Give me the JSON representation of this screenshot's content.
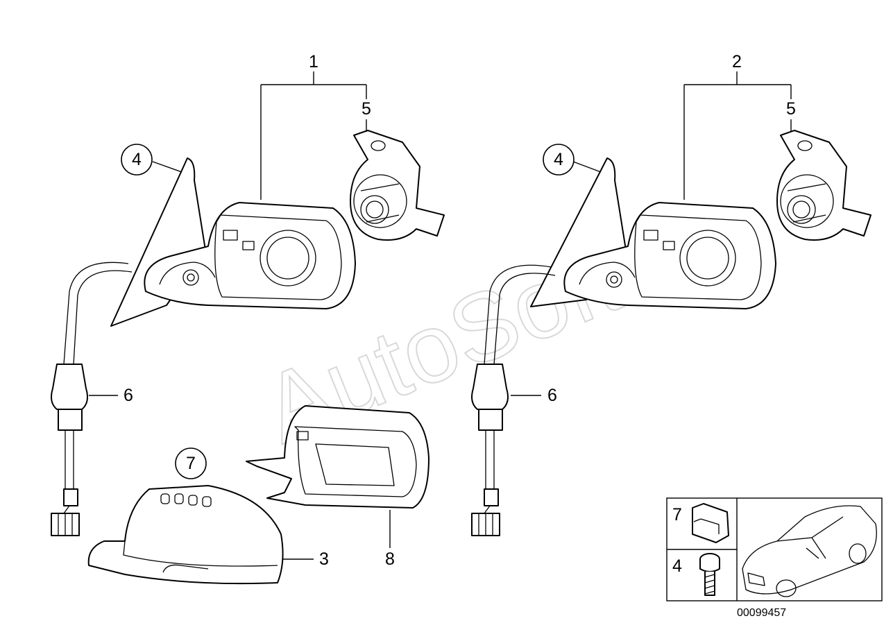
{
  "watermark": "AutoSoft",
  "reference_number": "00099457",
  "callouts": [
    {
      "id": "c1",
      "label": "1",
      "circled": false
    },
    {
      "id": "c2",
      "label": "2",
      "circled": false
    },
    {
      "id": "c5a",
      "label": "5",
      "circled": false
    },
    {
      "id": "c5b",
      "label": "5",
      "circled": false
    },
    {
      "id": "c4a",
      "label": "4",
      "circled": true
    },
    {
      "id": "c4b",
      "label": "4",
      "circled": true
    },
    {
      "id": "c6a",
      "label": "6",
      "circled": false
    },
    {
      "id": "c6b",
      "label": "6",
      "circled": false
    },
    {
      "id": "c7",
      "label": "7",
      "circled": true
    },
    {
      "id": "c3",
      "label": "3",
      "circled": false
    },
    {
      "id": "c8",
      "label": "8",
      "circled": false
    }
  ],
  "legend_box": {
    "rows": [
      {
        "label": "7",
        "part": "clip"
      },
      {
        "label": "4",
        "part": "screw"
      }
    ]
  }
}
